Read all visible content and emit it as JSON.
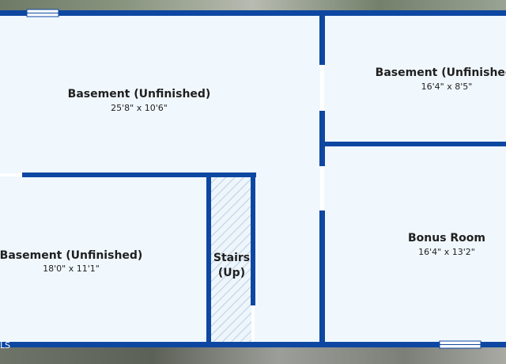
{
  "rooms": [
    {
      "name": "Basement (Unfinished)",
      "dimensions": "25'8\" x 10'6\""
    },
    {
      "name": "Basement (Unfinished)",
      "dimensions": "16'4\" x 8'5\""
    },
    {
      "name": "Stairs",
      "name_line2": "(Up)"
    },
    {
      "name": "Basement (Unfinished)",
      "dimensions": "18'0\" x 11'1\""
    },
    {
      "name": "Bonus Room",
      "dimensions": "16'4\" x 13'2\""
    }
  ],
  "watermark": "LS",
  "colors": {
    "wall": "#0d47a1",
    "floor": "#f0f7fd",
    "stairs_hatch": "#9fc3dd",
    "window": "#ffffff"
  }
}
